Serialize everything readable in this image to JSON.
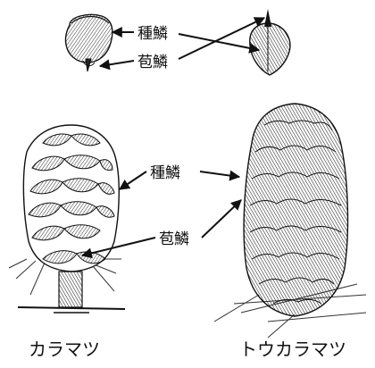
{
  "labels": {
    "top_seed_scale": "種鱗",
    "top_bract_scale": "苞鱗",
    "mid_seed_scale": "種鱗",
    "mid_bract_scale": "苞鱗"
  },
  "captions": {
    "left": "カラマツ",
    "right": "トウカラマツ"
  },
  "colors": {
    "ink": "#111111",
    "background": "#ffffff"
  }
}
